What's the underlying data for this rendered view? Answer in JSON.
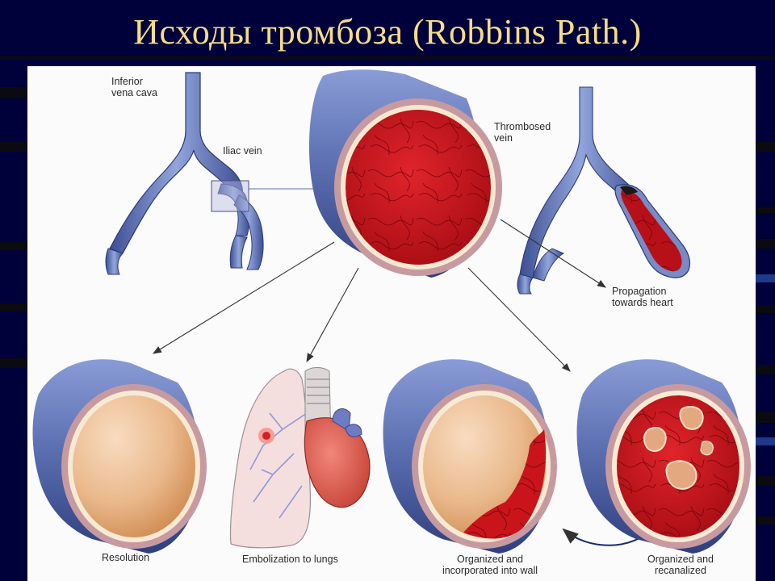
{
  "title": "Исходы тромбоза (Robbins Path.)",
  "labels": {
    "inferior_vena_cava": "Inferior\nvena cava",
    "iliac_vein": "Iliac vein",
    "thrombosed_vein": "Thrombosed\nvein",
    "propagation": "Propagation\ntowards heart",
    "resolution": "Resolution",
    "embolization": "Embolization to lungs",
    "organized_incorporated": "Organized and\nincorporated into wall",
    "organized_recanalized": "Organized and\nrecanalized"
  },
  "colors": {
    "background": "#00003a",
    "title": "#f5dc88",
    "vessel_blue": "#5a6fb0",
    "thrombus_red": "#c8141a",
    "resolved_tan": "#e8b486"
  }
}
